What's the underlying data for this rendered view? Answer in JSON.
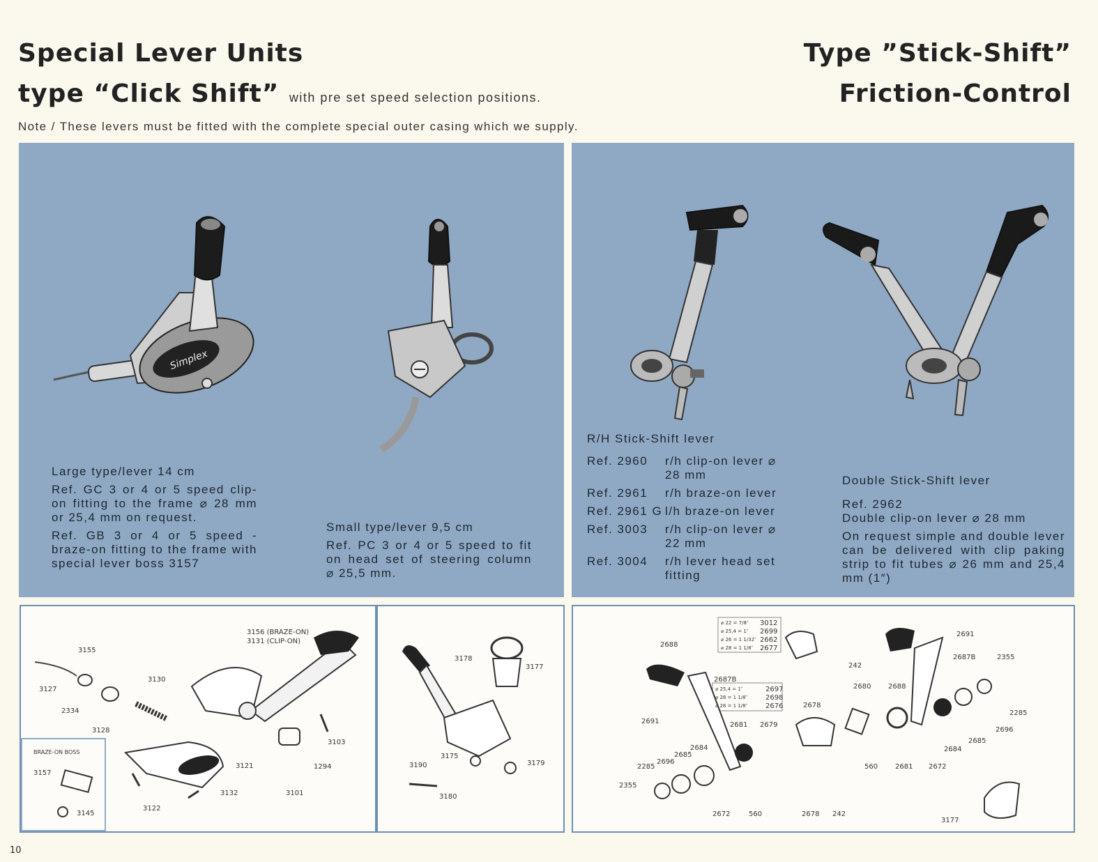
{
  "left_header": {
    "title_line1": "Special Lever Units",
    "title_line2": "type “Click Shift”",
    "title_suffix": "with pre set speed selection positions.",
    "note": "Note / These levers must be fitted with the complete special outer casing which we supply."
  },
  "right_header": {
    "title_line1": "Type ”Stick-Shift”",
    "title_line2": "Friction-Control"
  },
  "left_panel": {
    "large": {
      "heading": "Large type/lever 14 cm",
      "para1": "Ref. GC 3 or 4 or 5 speed clip-on fitting to the frame ⌀ 28 mm or 25,4 mm on request.",
      "para2": "Ref. GB 3 or 4 or 5 speed - braze-on fitting to the frame with special lever boss 3157"
    },
    "small": {
      "heading": "Small type/lever 9,5 cm",
      "para1": "Ref. PC 3 or 4 or 5 speed to fit on head set of steering column ⌀ 25,5 mm."
    },
    "brand": "Simplex"
  },
  "right_panel": {
    "rh": {
      "heading": "R/H Stick-Shift lever",
      "rows": [
        {
          "ref": "Ref. 2960",
          "desc": "r/h clip-on lever ⌀ 28 mm"
        },
        {
          "ref": "Ref. 2961",
          "desc": "r/h braze-on lever"
        },
        {
          "ref": "Ref. 2961 G",
          "desc": "l/h braze-on lever"
        },
        {
          "ref": "Ref. 3003",
          "desc": "r/h clip-on lever ⌀ 22 mm"
        },
        {
          "ref": "Ref. 3004",
          "desc": "r/h lever head set fitting"
        }
      ]
    },
    "double": {
      "heading": "Double Stick-Shift lever",
      "ref": "Ref. 2962",
      "desc": "Double clip-on lever ⌀ 28 mm",
      "para": "On request simple and double lever can be delivered with clip paking strip to fit tubes ⌀ 26 mm and 25,4 mm (1″)"
    }
  },
  "diagram1": {
    "parts": [
      "3155",
      "3127",
      "2334",
      "3128",
      "3130",
      "3156 (BRAZE-ON)",
      "3131 (CLIP-ON)",
      "3121",
      "3103",
      "1294",
      "3101",
      "3132",
      "3122",
      "3157",
      "3145"
    ],
    "inset_label": "BRAZE-ON BOSS"
  },
  "diagram2": {
    "parts": [
      "3178",
      "3177",
      "3175",
      "3179",
      "3190",
      "3180"
    ]
  },
  "diagram3": {
    "table1": [
      [
        "⌀ 22 = 7/8″",
        "3012"
      ],
      [
        "⌀ 25,4 = 1″",
        "2699"
      ],
      [
        "⌀ 26 = 1 1/32″",
        "2662"
      ],
      [
        "⌀ 28 = 1 1/8″",
        "2677"
      ]
    ],
    "table2": [
      [
        "⌀ 25,4 = 1″",
        "2697"
      ],
      [
        "⌀ 28 = 1 1/8″",
        "2698"
      ],
      [
        "⌀ 28 = 1 1/8″",
        "2676"
      ]
    ],
    "parts": [
      "2688",
      "2687B",
      "242",
      "2680",
      "2688",
      "2691",
      "2687B",
      "2355",
      "2691",
      "2678",
      "2681",
      "2679",
      "2684",
      "2685",
      "2696",
      "2285",
      "2355",
      "2672",
      "560",
      "2678",
      "242",
      "560",
      "2681",
      "2672",
      "2684",
      "2685",
      "2696",
      "2285",
      "3177"
    ]
  },
  "page_number": "10",
  "colors": {
    "panel": "#8fa9c4",
    "border": "#6b8fb3",
    "paper": "#fbf8ee"
  }
}
